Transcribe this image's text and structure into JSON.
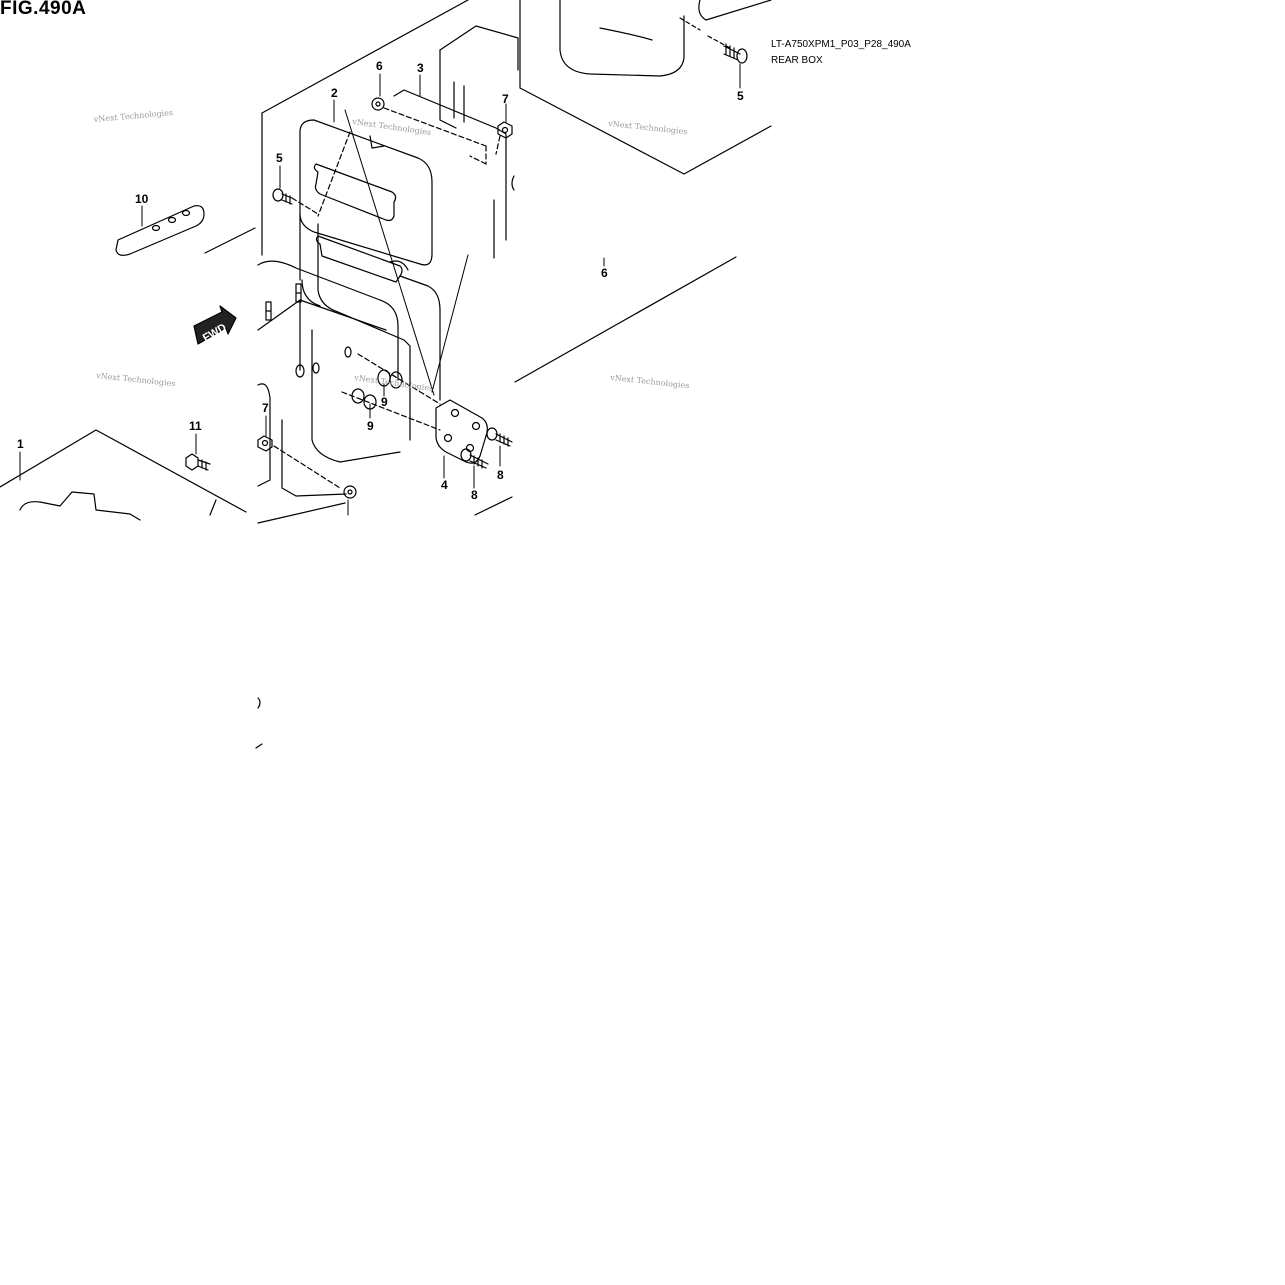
{
  "figure": {
    "title": "FIG.490A",
    "code": "LT-A750XPM1_P03_P28_490A",
    "subtitle": "REAR BOX",
    "fwd_label": "FWD"
  },
  "callouts": [
    {
      "id": "c1",
      "label": "1"
    },
    {
      "id": "c2",
      "label": "2"
    },
    {
      "id": "c3",
      "label": "3"
    },
    {
      "id": "c4",
      "label": "4"
    },
    {
      "id": "c5a",
      "label": "5"
    },
    {
      "id": "c5b",
      "label": "5"
    },
    {
      "id": "c6a",
      "label": "6"
    },
    {
      "id": "c6b",
      "label": "6"
    },
    {
      "id": "c7a",
      "label": "7"
    },
    {
      "id": "c7b",
      "label": "7"
    },
    {
      "id": "c8a",
      "label": "8"
    },
    {
      "id": "c8b",
      "label": "8"
    },
    {
      "id": "c9a",
      "label": "9"
    },
    {
      "id": "c9b",
      "label": "9"
    },
    {
      "id": "c10",
      "label": "10"
    },
    {
      "id": "c11",
      "label": "11"
    }
  ],
  "watermark": "vNext Technologies"
}
